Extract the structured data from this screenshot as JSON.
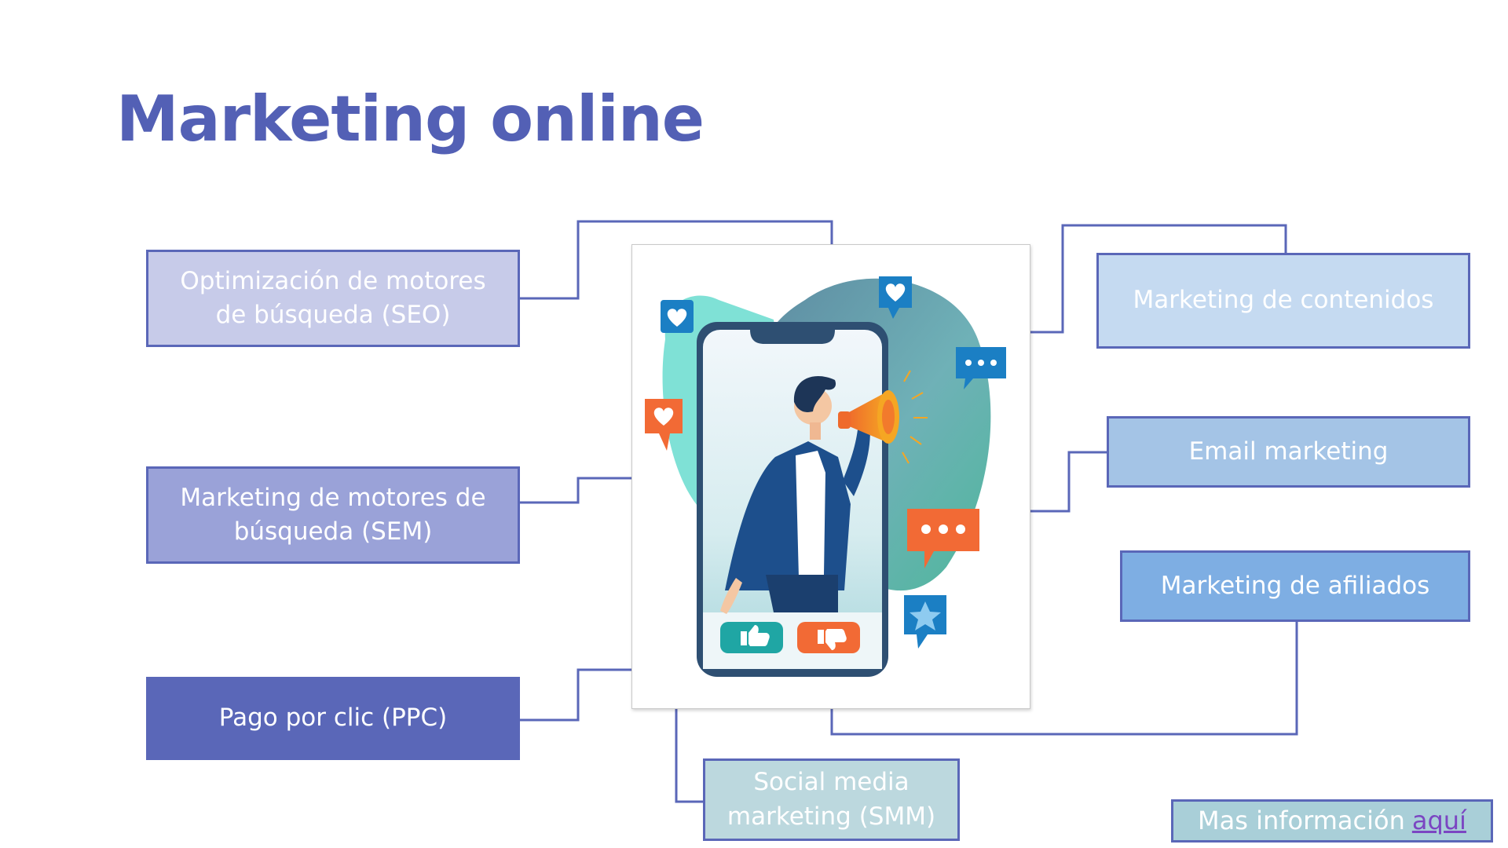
{
  "title": "Marketing online",
  "boxes": {
    "seo": "Optimización de motores de búsqueda (SEO)",
    "sem": "Marketing de motores de búsqueda (SEM)",
    "ppc": "Pago por clic (PPC)",
    "content": "Marketing de contenidos",
    "email": "Email marketing",
    "affiliate": "Marketing de afiliados",
    "smm": "Social media marketing (SMM)"
  },
  "more_info": {
    "text": "Mas información",
    "link": "aquí"
  },
  "colors": {
    "title": "#5360b5",
    "connector": "#5a67b8",
    "link": "#7b46c2"
  },
  "icons": [
    "heart-bubble-icon",
    "chat-bubble-icon",
    "star-bubble-icon",
    "megaphone-icon",
    "thumbs-up-icon",
    "thumbs-down-icon"
  ]
}
